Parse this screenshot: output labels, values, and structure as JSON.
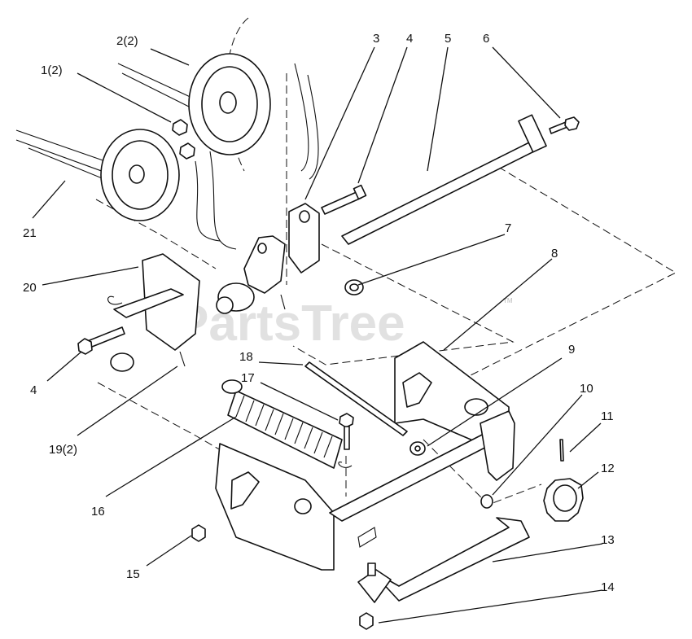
{
  "watermark": {
    "text": "PartsTree",
    "trademark": "TM"
  },
  "callouts": [
    {
      "id": "c-1",
      "label": "1(2)"
    },
    {
      "id": "c-2",
      "label": "2(2)"
    },
    {
      "id": "c-3",
      "label": "3"
    },
    {
      "id": "c-4a",
      "label": "4"
    },
    {
      "id": "c-5",
      "label": "5"
    },
    {
      "id": "c-6",
      "label": "6"
    },
    {
      "id": "c-7",
      "label": "7"
    },
    {
      "id": "c-8",
      "label": "8"
    },
    {
      "id": "c-9",
      "label": "9"
    },
    {
      "id": "c-10",
      "label": "10"
    },
    {
      "id": "c-11",
      "label": "11"
    },
    {
      "id": "c-12",
      "label": "12"
    },
    {
      "id": "c-13",
      "label": "13"
    },
    {
      "id": "c-14",
      "label": "14"
    },
    {
      "id": "c-15",
      "label": "15"
    },
    {
      "id": "c-16",
      "label": "16"
    },
    {
      "id": "c-17",
      "label": "17"
    },
    {
      "id": "c-18",
      "label": "18"
    },
    {
      "id": "c-19",
      "label": "19(2)"
    },
    {
      "id": "c-20",
      "label": "20"
    },
    {
      "id": "c-21",
      "label": "21"
    },
    {
      "id": "c-4b",
      "label": "4"
    }
  ]
}
